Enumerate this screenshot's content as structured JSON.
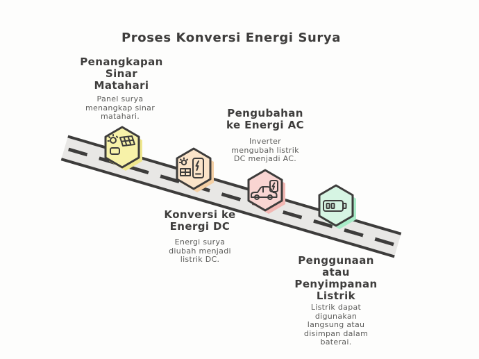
{
  "title": "Proses Konversi Energi Surya",
  "colors": {
    "background": "#fdfdfc",
    "outline": "#3d3c3b",
    "road_fill": "#e8e7e5",
    "heading_text": "#3e3d3c",
    "body_text": "#5a5a58"
  },
  "road": {
    "name": "jalan-proses",
    "style": "dashed-centerline"
  },
  "stages": [
    {
      "heading_lines": [
        "Penangkapan",
        "Sinar",
        "Matahari"
      ],
      "description_lines": [
        "Panel surya",
        "menangkap sinar",
        "matahari."
      ],
      "icon": "sun-solar-panel-icon",
      "hex_fill": "#f7f2a9",
      "hex_shadow": "#efe78e"
    },
    {
      "heading_lines": [
        "Konversi ke",
        "Energi DC"
      ],
      "description_lines": [
        "Energi surya",
        "diubah menjadi",
        "listrik DC."
      ],
      "icon": "solar-inverter-icon",
      "hex_fill": "#fbe4c9",
      "hex_shadow": "#f4cfa4"
    },
    {
      "heading_lines": [
        "Pengubahan",
        "ke Energi AC"
      ],
      "description_lines": [
        "Inverter",
        "mengubah listrik",
        "DC menjadi AC."
      ],
      "icon": "ev-charging-car-icon",
      "hex_fill": "#f9d5d2",
      "hex_shadow": "#f2b7b3"
    },
    {
      "heading_lines": [
        "Penggunaan",
        "atau",
        "Penyimpanan",
        "Listrik"
      ],
      "description_lines": [
        "Listrik dapat",
        "digunakan",
        "langsung atau",
        "disimpan dalam",
        "baterai."
      ],
      "icon": "battery-icon",
      "hex_fill": "#d6f5e3",
      "hex_shadow": "#a9ecc9"
    }
  ]
}
